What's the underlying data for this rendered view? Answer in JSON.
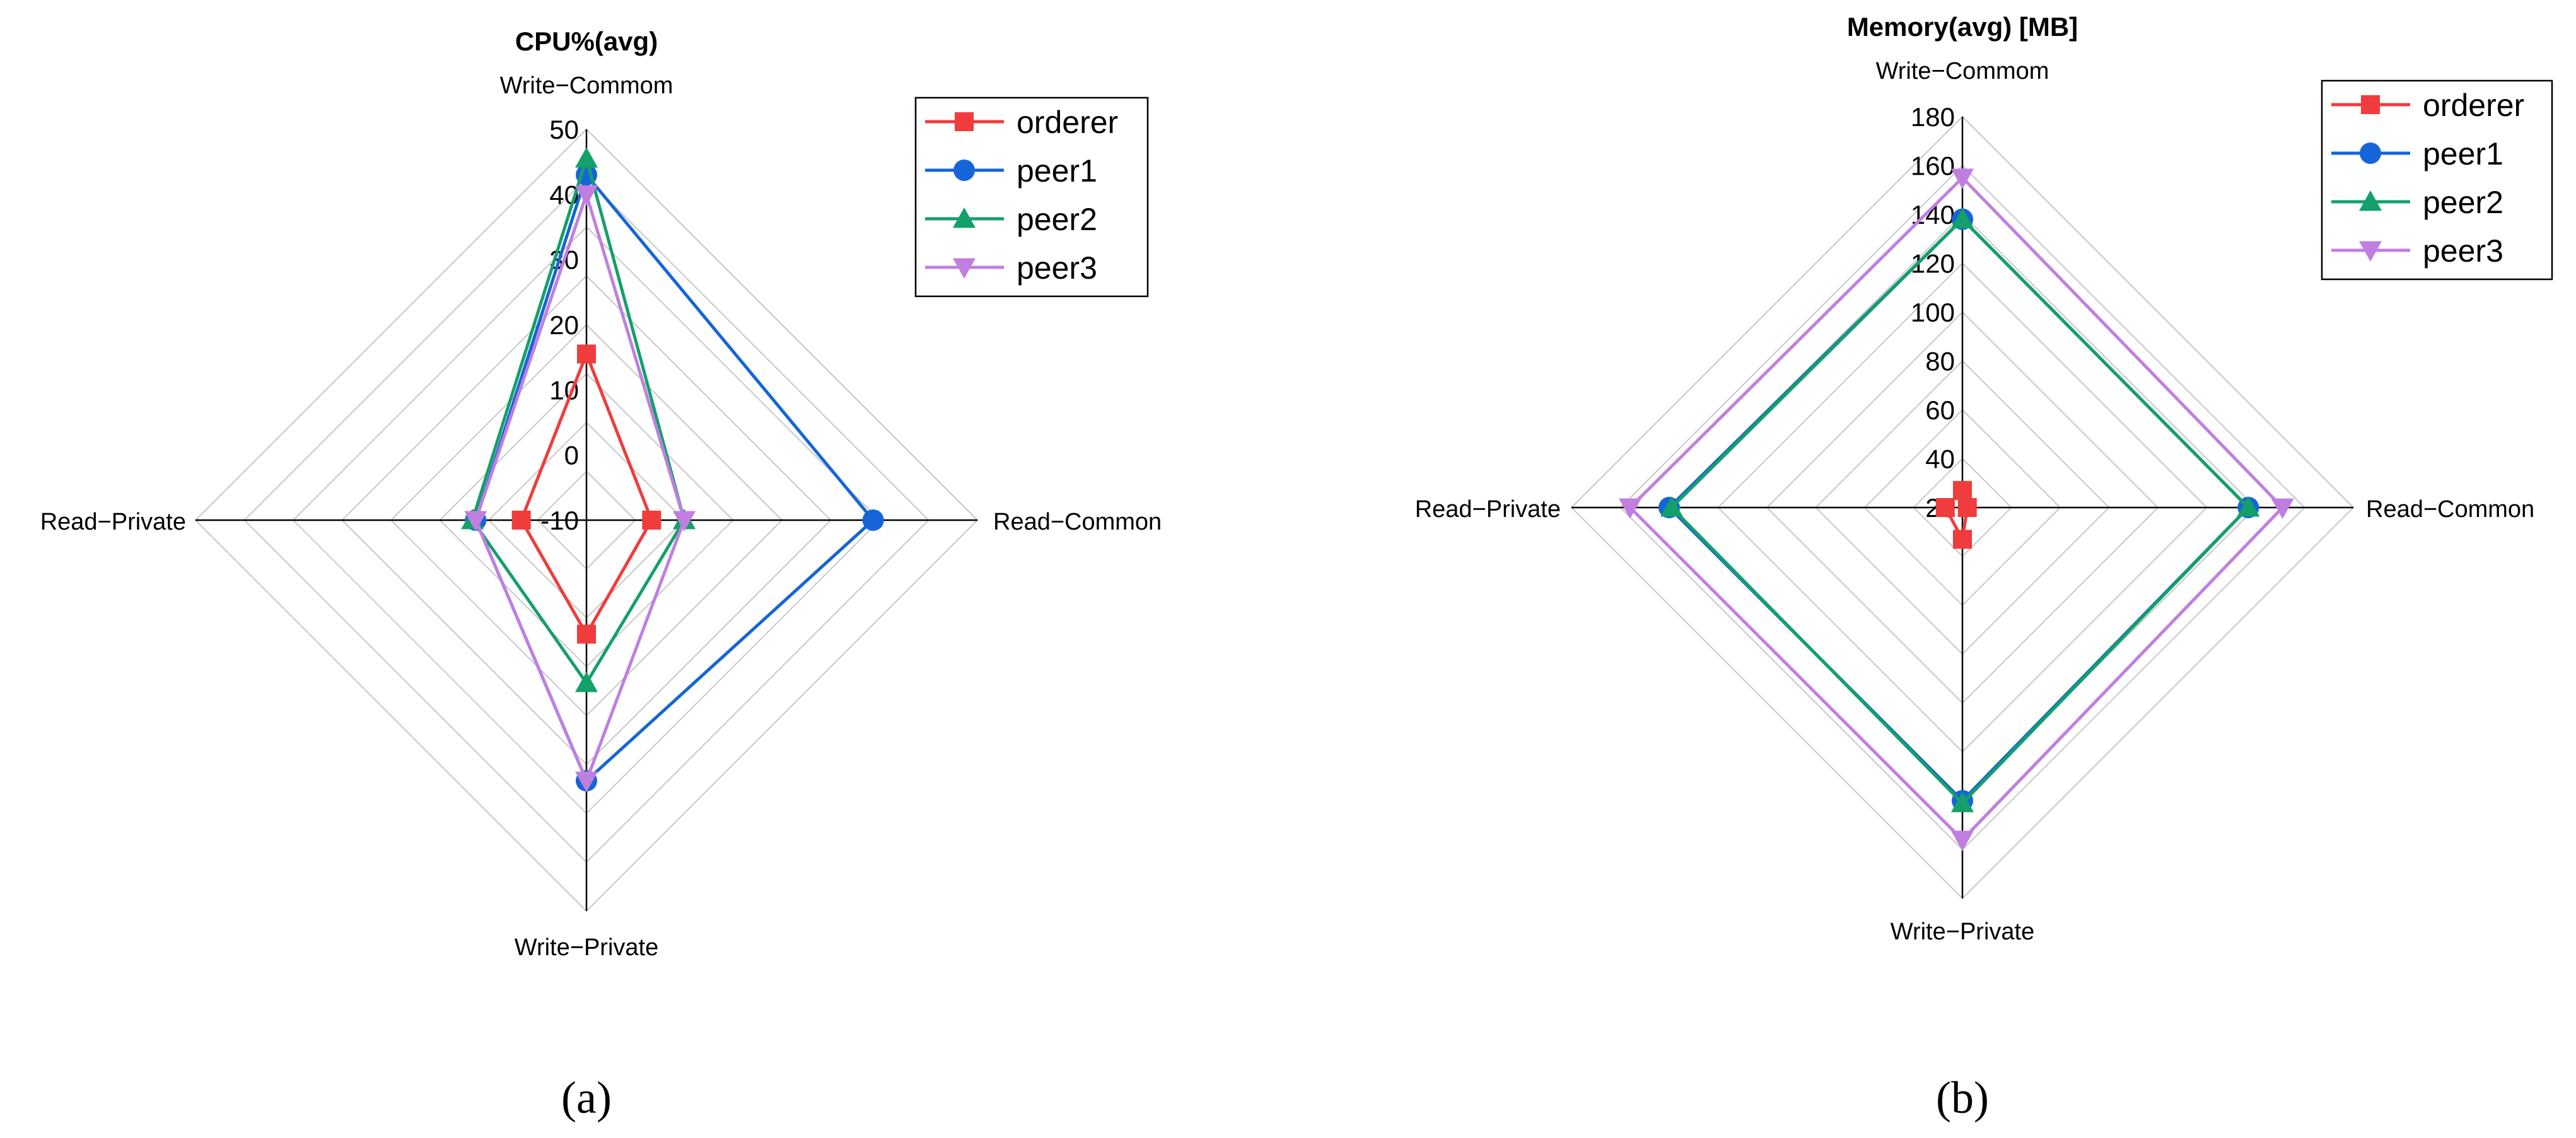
{
  "chart_data": [
    {
      "type": "radar",
      "panel": "(a)",
      "title": "CPU%(avg)",
      "axes": [
        "Write−Commom",
        "Read−Common",
        "Write−Private",
        "Read−Private"
      ],
      "ylim": [
        -10,
        50
      ],
      "ticks": [
        -10,
        0,
        10,
        20,
        30,
        40,
        50
      ],
      "tick_labels": [
        "-10",
        "0",
        "10",
        "20",
        "30",
        "40",
        "50"
      ],
      "grid": true,
      "legend_position": "top-right",
      "series": [
        {
          "name": "orderer",
          "color": "#f03c3c",
          "marker": "square",
          "values": [
            15.5,
            0,
            7.5,
            0
          ]
        },
        {
          "name": "peer1",
          "color": "#1565d8",
          "marker": "circle",
          "values": [
            43,
            34,
            30,
            7
          ]
        },
        {
          "name": "peer2",
          "color": "#13a06a",
          "marker": "triangle-up",
          "values": [
            45.5,
            5,
            15,
            7.5
          ]
        },
        {
          "name": "peer3",
          "color": "#c07fe0",
          "marker": "triangle-down",
          "values": [
            40,
            5,
            30,
            7
          ]
        }
      ]
    },
    {
      "type": "radar",
      "panel": "(b)",
      "title": "Memory(avg) [MB]",
      "axes": [
        "Write−Commom",
        "Read−Common",
        "Write−Private",
        "Read−Private"
      ],
      "ylim": [
        20,
        180
      ],
      "ticks": [
        20,
        40,
        60,
        80,
        100,
        120,
        140,
        160,
        180
      ],
      "tick_labels": [
        "20",
        "40",
        "60",
        "80",
        "100",
        "120",
        "140",
        "160",
        "180"
      ],
      "grid": true,
      "legend_position": "top-right",
      "series": [
        {
          "name": "orderer",
          "color": "#f03c3c",
          "marker": "square",
          "values": [
            27,
            22,
            33,
            27
          ]
        },
        {
          "name": "peer1",
          "color": "#1565d8",
          "marker": "circle",
          "values": [
            138,
            137,
            140,
            140
          ]
        },
        {
          "name": "peer2",
          "color": "#13a06a",
          "marker": "triangle-up",
          "values": [
            138,
            137,
            141,
            139
          ]
        },
        {
          "name": "peer3",
          "color": "#c07fe0",
          "marker": "triangle-down",
          "values": [
            155,
            151,
            156,
            156
          ]
        }
      ]
    }
  ]
}
